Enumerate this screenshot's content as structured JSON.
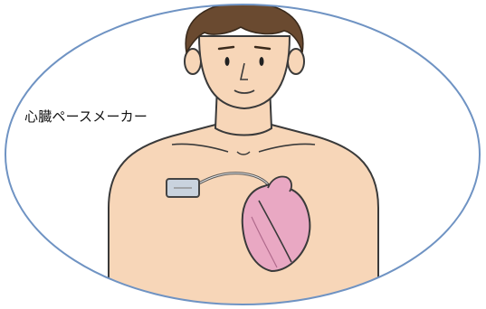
{
  "annotation": {
    "label": "心臓ペースメーカー"
  },
  "colors": {
    "frame": "#6f93c3",
    "skin": "#f7d6b8",
    "skin_line": "#3a3a3a",
    "hair": "#6a4a30",
    "heart": "#e9a8c3",
    "device": "#c9d3de"
  },
  "icons": {
    "figure": "human-upper-body-illustration",
    "device": "pacemaker-device",
    "organ": "heart-illustration"
  }
}
